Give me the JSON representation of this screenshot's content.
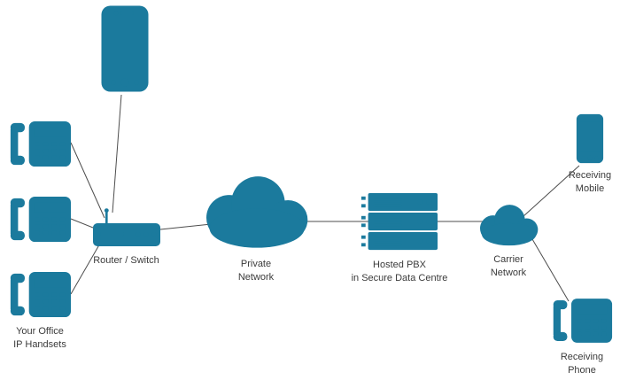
{
  "colors": {
    "accent": "#1b7a9d",
    "line": "#4d4d4d",
    "label": "#3b3b3b",
    "background": "#ffffff"
  },
  "labels": {
    "office_handsets": "Your Office\nIP Handsets",
    "router": "Router / Switch",
    "private_network": "Private\nNetwork",
    "hosted_pbx": "Hosted PBX\nin Secure Data Centre",
    "carrier_network": "Carrier\nNetwork",
    "receiving_mobile": "Receiving\nMobile",
    "receiving_phone": "Receiving\nPhone"
  },
  "icons": {
    "office_mobile": "smartphone-icon",
    "ip_handset": "desk-phone-icon",
    "router": "router-icon",
    "private_network": "cloud-icon",
    "hosted_pbx": "server-stack-icon",
    "carrier_network": "cloud-icon",
    "receiving_mobile": "smartphone-icon",
    "receiving_phone": "desk-phone-icon"
  },
  "connections": [
    {
      "from": "office-mobile",
      "to": "router"
    },
    {
      "from": "ip-handset-1",
      "to": "router"
    },
    {
      "from": "ip-handset-2",
      "to": "router"
    },
    {
      "from": "ip-handset-3",
      "to": "router"
    },
    {
      "from": "router",
      "to": "private-network"
    },
    {
      "from": "private-network",
      "to": "hosted-pbx"
    },
    {
      "from": "hosted-pbx",
      "to": "carrier-network"
    },
    {
      "from": "carrier-network",
      "to": "receiving-mobile"
    },
    {
      "from": "carrier-network",
      "to": "receiving-phone"
    }
  ]
}
